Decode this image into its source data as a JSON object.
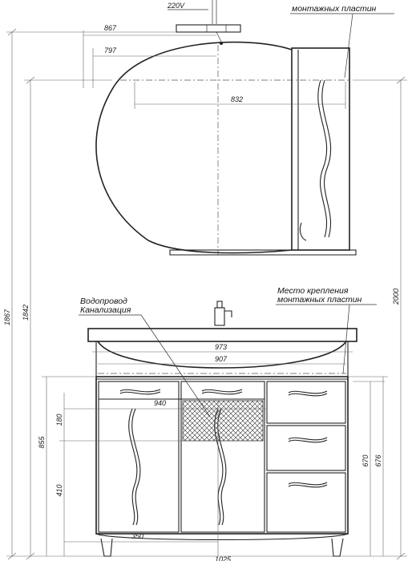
{
  "mirror": {
    "power_label": "220V",
    "mount_note": "монтажных пластин",
    "dims": {
      "width_867": "867",
      "width_797": "797",
      "width_832": "832"
    }
  },
  "cabinet": {
    "plumbing_label_1": "Водопровод",
    "plumbing_label_2": "Канализация",
    "mount_label_1": "Место крепления",
    "mount_label_2": "монтажных пластин",
    "dims": {
      "width_973": "973",
      "width_907": "907",
      "width_940": "940",
      "width_350": "350",
      "width_1025": "1025",
      "height_180": "180",
      "height_410": "410",
      "height_855": "855",
      "height_670": "670",
      "height_676": "676"
    }
  },
  "overall": {
    "height_1867": "1867",
    "height_1842": "1842",
    "height_2000": "2000"
  },
  "colors": {
    "line": "#222222",
    "text": "#111111",
    "background": "#ffffff"
  }
}
